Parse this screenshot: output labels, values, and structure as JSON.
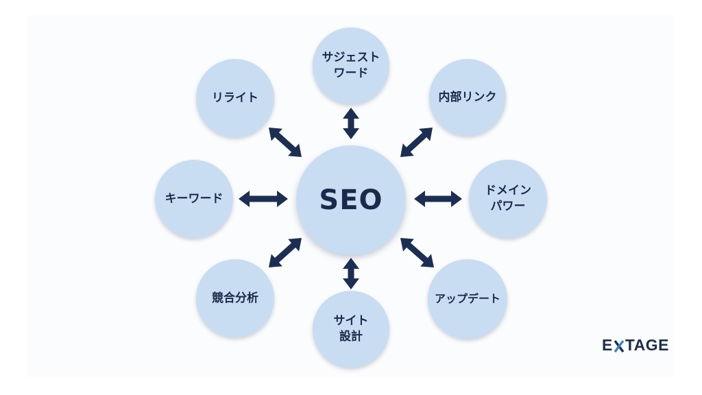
{
  "diagram": {
    "center": "SEO",
    "nodes": [
      {
        "id": "suggest-word",
        "label": "サジェスト\nワード"
      },
      {
        "id": "internal-link",
        "label": "内部リンク"
      },
      {
        "id": "domain-power",
        "label": "ドメイン\nパワー"
      },
      {
        "id": "update",
        "label": "アップデート"
      },
      {
        "id": "site-design",
        "label": "サイト\n設計"
      },
      {
        "id": "competitive-analysis",
        "label": "競合分析"
      },
      {
        "id": "keyword",
        "label": "キーワード"
      },
      {
        "id": "rewrite",
        "label": "リライト"
      }
    ]
  },
  "colors": {
    "node_fill": "#c9ddf2",
    "text": "#1a2a4a",
    "arrow": "#1c2e52"
  },
  "logo": {
    "text": "EXTAGE",
    "prefix": "E",
    "suffix": "TAGE"
  }
}
